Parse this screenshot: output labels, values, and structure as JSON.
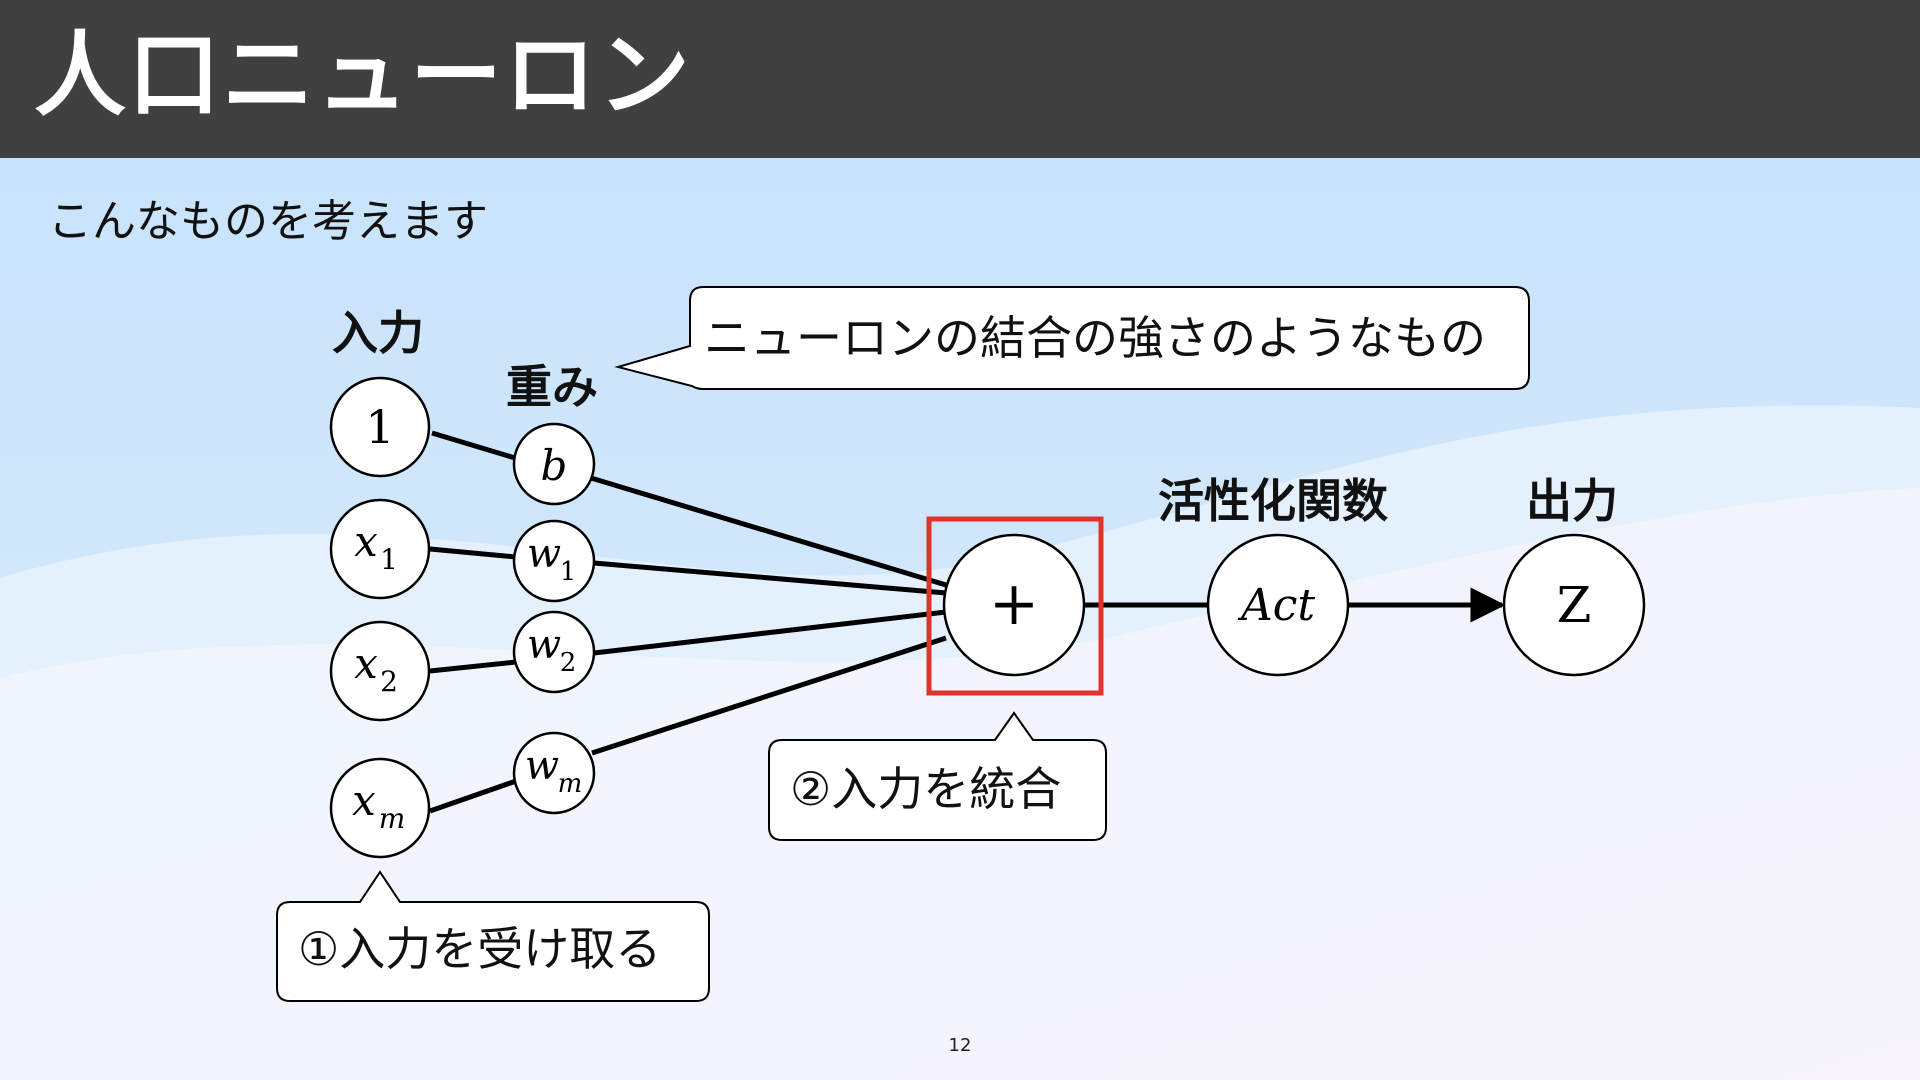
{
  "header": {
    "title": "人口ニューロン"
  },
  "subtitle": "こんなものを考えます",
  "labels": {
    "input": "入力",
    "weight": "重み",
    "activation": "活性化関数",
    "output": "出力"
  },
  "callouts": {
    "weight_note": "ニューロンの結合の強さのようなもの",
    "combine": "②入力を統合",
    "receive": "①入力を受け取る"
  },
  "nodes": {
    "inputs": [
      {
        "var": "1",
        "sub": ""
      },
      {
        "var": "x",
        "sub": "1"
      },
      {
        "var": "x",
        "sub": "2"
      },
      {
        "var": "x",
        "sub": "m"
      }
    ],
    "weights": [
      {
        "var": "b",
        "sub": ""
      },
      {
        "var": "w",
        "sub": "1"
      },
      {
        "var": "w",
        "sub": "2"
      },
      {
        "var": "w",
        "sub": "m"
      }
    ],
    "sum": "+",
    "activation": "Act",
    "output": "Z"
  },
  "colors": {
    "highlight": "#e0332b",
    "header_bg": "#404040"
  },
  "page_number": "12"
}
